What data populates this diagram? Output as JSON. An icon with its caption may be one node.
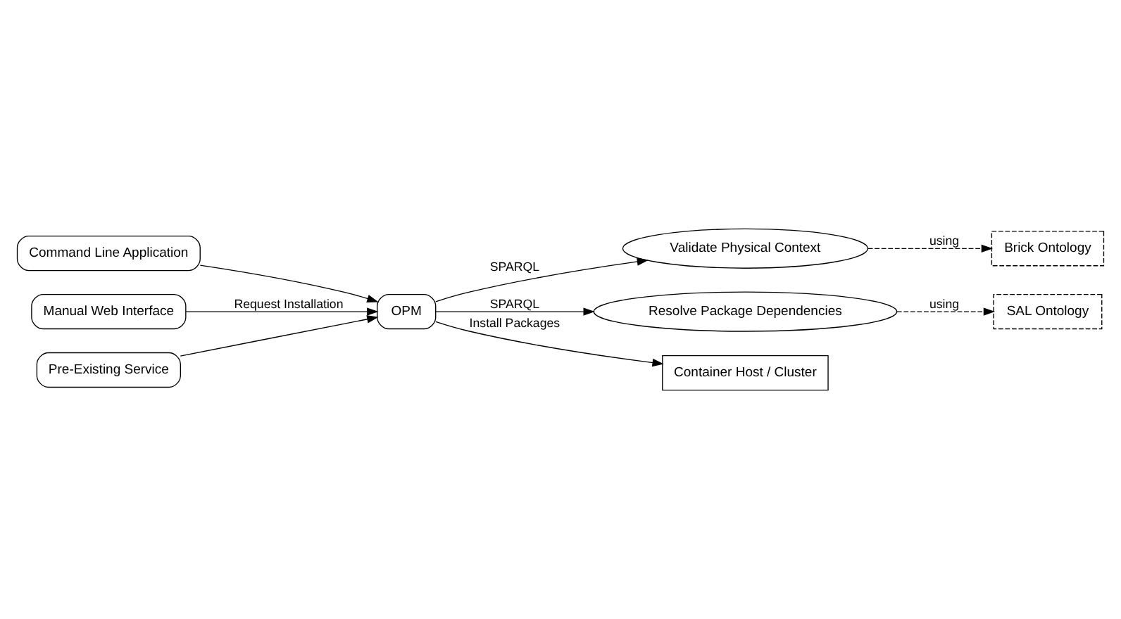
{
  "diagram": {
    "nodes": [
      {
        "text": [
          "Command Line Application"
        ]
      },
      {
        "text": [
          "Manual Web Interface"
        ]
      },
      {
        "text": [
          "Pre-Existing Service"
        ]
      },
      {
        "text": [
          "OPM"
        ]
      },
      {
        "text": [
          "Validate Physical Context"
        ]
      },
      {
        "text": [
          "Resolve Package Dependencies"
        ]
      },
      {
        "text": [
          "Container Host / Cluster"
        ]
      },
      {
        "text": [
          "Brick Ontology"
        ]
      },
      {
        "text": [
          "SAL Ontology"
        ]
      }
    ],
    "edges": [
      {
        "from": 0,
        "to": 3,
        "arrow": "to"
      },
      {
        "from": 1,
        "to": 3,
        "arrow": "to",
        "label": "Request Installation"
      },
      {
        "from": 2,
        "to": 3,
        "arrow": "to"
      },
      {
        "from": 3,
        "to": 4,
        "arrow": "to",
        "label": "SPARQL"
      },
      {
        "from": 3,
        "to": 6,
        "arrow": "to",
        "label": "Install Packages"
      },
      {
        "from": 3,
        "to": 5,
        "arrow": "to",
        "label": "SPARQL"
      },
      {
        "from": 4,
        "to": 7,
        "arrow": "to",
        "label": "using",
        "style": "dashed"
      },
      {
        "from": 5,
        "to": 8,
        "arrow": "to",
        "label": "using",
        "style": "dashed"
      }
    ]
  }
}
